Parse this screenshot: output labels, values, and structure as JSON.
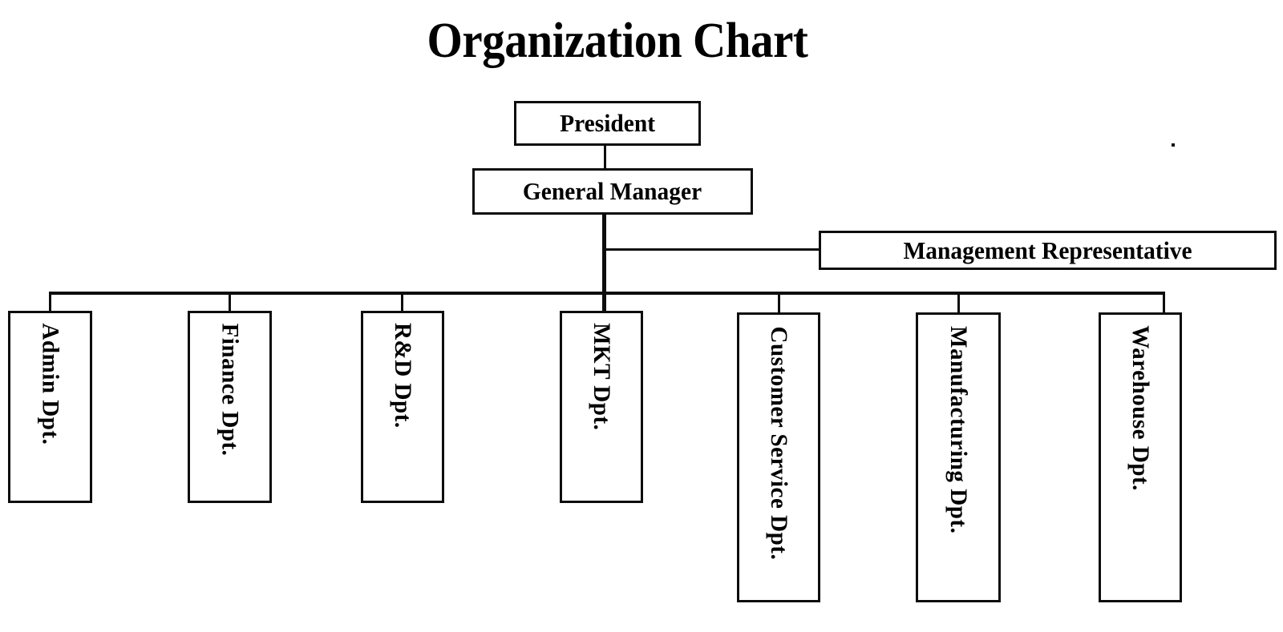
{
  "chart_data": {
    "type": "diagram",
    "title": "Organization Chart",
    "nodes": [
      {
        "id": "president",
        "label": "President",
        "level": 0,
        "orientation": "horizontal"
      },
      {
        "id": "general-manager",
        "label": "General Manager",
        "level": 1,
        "orientation": "horizontal"
      },
      {
        "id": "management-representative",
        "label": "Management Representative",
        "level": 2,
        "orientation": "horizontal"
      },
      {
        "id": "admin-dpt",
        "label": "Admin Dpt.",
        "level": 3,
        "orientation": "vertical"
      },
      {
        "id": "finance-dpt",
        "label": "Finance Dpt.",
        "level": 3,
        "orientation": "vertical"
      },
      {
        "id": "rd-dpt",
        "label": "R&D Dpt.",
        "level": 3,
        "orientation": "vertical"
      },
      {
        "id": "mkt-dpt",
        "label": "MKT Dpt.",
        "level": 3,
        "orientation": "vertical"
      },
      {
        "id": "customer-service-dpt",
        "label": "Customer Service Dpt.",
        "level": 3,
        "orientation": "vertical"
      },
      {
        "id": "manufacturing-dpt",
        "label": "Manufacturing Dpt.",
        "level": 3,
        "orientation": "vertical"
      },
      {
        "id": "warehouse-dpt",
        "label": "Warehouse Dpt.",
        "level": 3,
        "orientation": "vertical"
      }
    ],
    "edges": [
      {
        "from": "president",
        "to": "general-manager"
      },
      {
        "from": "general-manager",
        "to": "management-representative"
      },
      {
        "from": "general-manager",
        "to": "admin-dpt"
      },
      {
        "from": "general-manager",
        "to": "finance-dpt"
      },
      {
        "from": "general-manager",
        "to": "rd-dpt"
      },
      {
        "from": "general-manager",
        "to": "mkt-dpt"
      },
      {
        "from": "general-manager",
        "to": "customer-service-dpt"
      },
      {
        "from": "general-manager",
        "to": "manufacturing-dpt"
      },
      {
        "from": "general-manager",
        "to": "warehouse-dpt"
      }
    ],
    "colors": {
      "background": "#ffffff",
      "line": "#0d0d0d",
      "text": "#000000"
    }
  },
  "header": {
    "title": "Organization Chart"
  },
  "nodes": {
    "president": "President",
    "general_manager": "General Manager",
    "management_representative": "Management Representative",
    "admin": "Admin Dpt.",
    "finance": "Finance Dpt.",
    "rd": "R&D Dpt.",
    "mkt": "MKT Dpt.",
    "customer_service": "Customer Service Dpt.",
    "manufacturing": "Manufacturing Dpt.",
    "warehouse": "Warehouse Dpt."
  }
}
